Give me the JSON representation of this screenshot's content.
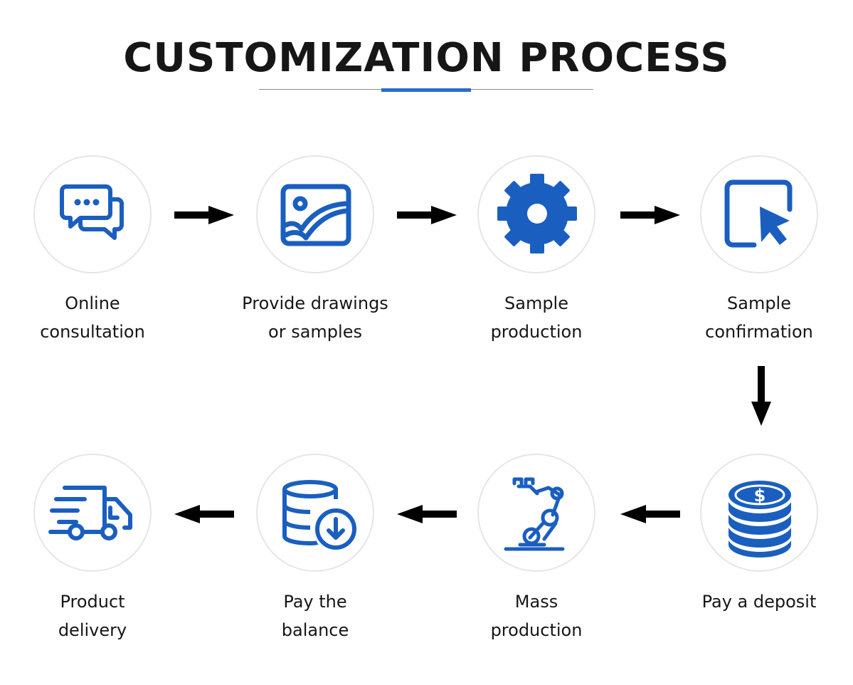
{
  "title": "CUSTOMIZATION PROCESS",
  "colors": {
    "icon_blue": "#1a5fbf",
    "accent_blue": "#2a6ec7",
    "arrow": "#000000",
    "circle_border": "#e6e6e6"
  },
  "steps": [
    {
      "line1": "Online",
      "line2": "consultation",
      "icon": "chat-bubbles-icon"
    },
    {
      "line1": "Provide drawings",
      "line2": "or samples",
      "icon": "image-icon"
    },
    {
      "line1": "Sample",
      "line2": "production",
      "icon": "gear-icon"
    },
    {
      "line1": "Sample",
      "line2": "confirmation",
      "icon": "cursor-click-icon"
    },
    {
      "line1": "Pay a deposit",
      "line2": "",
      "icon": "coin-stack-dollar-icon"
    },
    {
      "line1": "Mass",
      "line2": "production",
      "icon": "robot-arm-icon"
    },
    {
      "line1": "Pay the",
      "line2": "balance",
      "icon": "database-download-icon"
    },
    {
      "line1": "Product",
      "line2": "delivery",
      "icon": "delivery-truck-icon"
    }
  ]
}
